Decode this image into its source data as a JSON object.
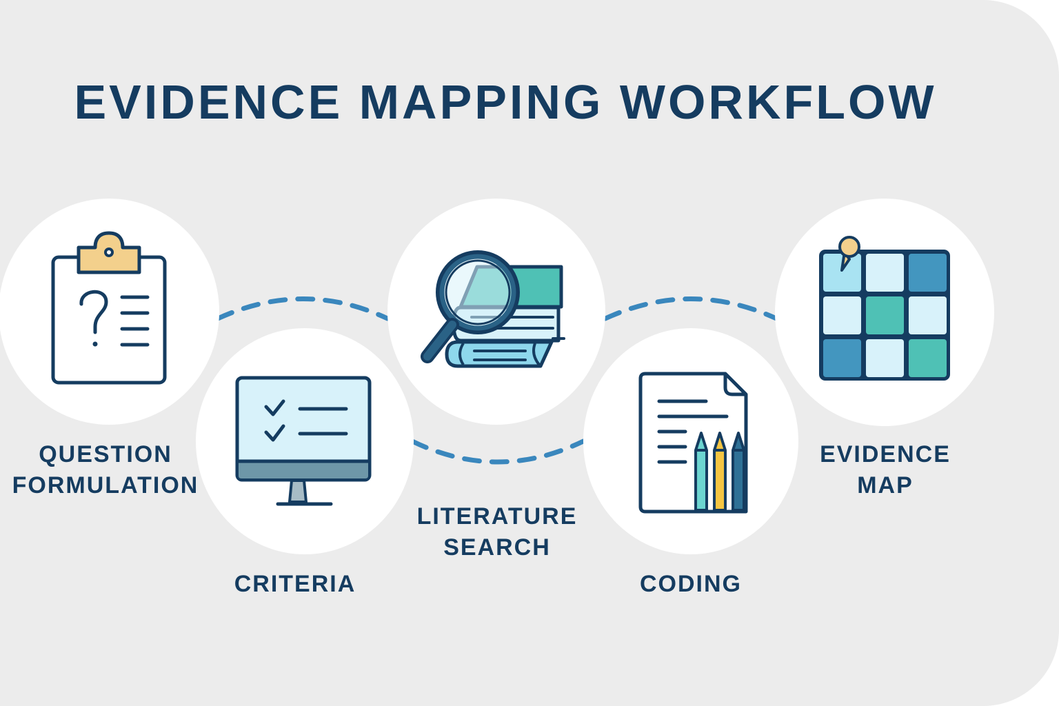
{
  "title": "EVIDENCE MAPPING WORKFLOW",
  "colors": {
    "background": "#ececec",
    "circle": "#ffffff",
    "ink": "#153c60",
    "connector": "#3a87bd",
    "teal": "#4fc1b5",
    "light_blue": "#d8f2fa",
    "mid_blue": "#a9e3f2",
    "steel_blue": "#4396bf",
    "yellow": "#f3d08c",
    "pencil_yellow": "#f5c542",
    "monitor_bar": "#6e97a8"
  },
  "steps": [
    {
      "order": 1,
      "label_line1": "QUESTION",
      "label_line2": "FORMULATION",
      "icon": "clipboard-question-icon"
    },
    {
      "order": 2,
      "label_line1": "CRITERIA",
      "label_line2": "",
      "icon": "monitor-checklist-icon"
    },
    {
      "order": 3,
      "label_line1": "LITERATURE",
      "label_line2": "SEARCH",
      "icon": "magnifier-books-icon"
    },
    {
      "order": 4,
      "label_line1": "CODING",
      "label_line2": "",
      "icon": "document-pencils-icon"
    },
    {
      "order": 5,
      "label_line1": "EVIDENCE",
      "label_line2": "MAP",
      "icon": "grid-map-pin-icon"
    }
  ]
}
